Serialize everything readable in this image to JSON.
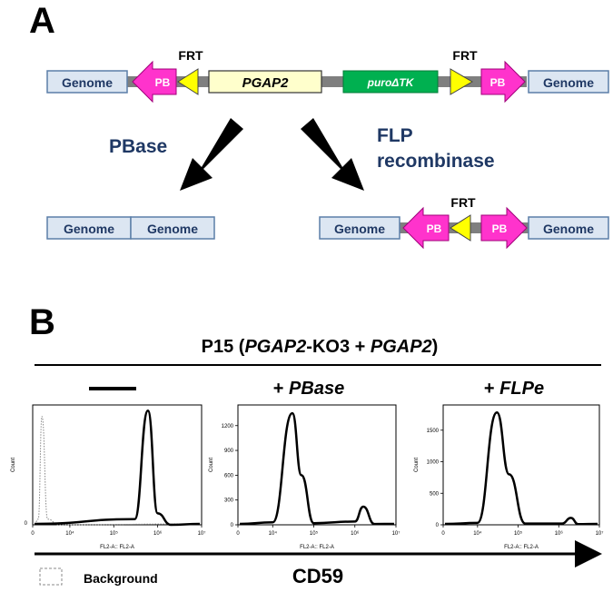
{
  "panel_a": {
    "letter": "A",
    "construct": {
      "genome_left": "Genome",
      "pb_left": "PB",
      "frt_left": "FRT",
      "gene": "PGAP2",
      "selection": "puroΔTK",
      "frt_right": "FRT",
      "pb_right": "PB",
      "genome_right": "Genome"
    },
    "arrow_left_label": "PBase",
    "arrow_right_label_line1": "FLP",
    "arrow_right_label_line2": "recombinase",
    "result_left": {
      "genome_a": "Genome",
      "genome_b": "Genome"
    },
    "result_right": {
      "genome_left": "Genome",
      "pb_left": "PB",
      "frt": "FRT",
      "pb_right": "PB",
      "genome_right": "Genome"
    },
    "colors": {
      "genome": "#dce6f2",
      "genome_border": "#5b7fa8",
      "pb": "#ff33cc",
      "frt": "#ffff00",
      "pgap2": "#ffffcc",
      "puro": "#00b050",
      "backbone": "#7f7f7f",
      "arrow": "#000000",
      "label_navy": "#1f3864"
    }
  },
  "panel_b": {
    "letter": "B",
    "title_prefix": "P15 (",
    "title_gene1": "PGAP2",
    "title_mid": "-KO3 + ",
    "title_gene2": "PGAP2",
    "title_suffix": ")",
    "condition_1": "—",
    "condition_2_prefix": "+ ",
    "condition_2": "PBase",
    "condition_3_prefix": "+ ",
    "condition_3": "FLPe",
    "x_axis_caption": "CD59",
    "legend_background": "Background",
    "y_label": "Count",
    "x_label": "FL2-A:: FL2-A",
    "x_ticks": [
      "0",
      "10⁴",
      "10⁵",
      "10⁶",
      "10⁷"
    ],
    "histogram_1_y_ticks": [],
    "histogram_2_y_ticks": [
      "0",
      "300",
      "600",
      "900",
      "1200"
    ],
    "histogram_3_y_ticks": [
      "0",
      "500",
      "1000",
      "1500"
    ]
  },
  "chart_data": [
    {
      "type": "area",
      "note": "flow cytometry histogram, unstained background (dotted) and CD59 signal (solid)",
      "xlabel": "FL2-A:: FL2-A",
      "ylabel": "Count",
      "series": [
        {
          "name": "Background",
          "x": [
            1500,
            2500,
            4000,
            7000
          ],
          "values": [
            0.05,
            0.95,
            0.05,
            0
          ]
        },
        {
          "name": "",
          "x": [
            300000,
            600000,
            1000000,
            2000000
          ],
          "values": [
            0.05,
            1.0,
            0.1,
            0
          ]
        }
      ]
    },
    {
      "type": "area",
      "xlabel": "FL2-A:: FL2-A",
      "ylabel": "Count",
      "yticks": [
        0,
        300,
        600,
        900,
        1200
      ],
      "series": [
        {
          "name": "",
          "x": [
            10000,
            30000,
            50000,
            100000,
            1000000,
            1600000,
            3000000
          ],
          "values": [
            30,
            1350,
            600,
            20,
            40,
            220,
            10
          ]
        }
      ]
    },
    {
      "type": "area",
      "xlabel": "FL2-A:: FL2-A",
      "ylabel": "Count",
      "yticks": [
        0,
        500,
        1000,
        1500
      ],
      "series": [
        {
          "name": "",
          "x": [
            10000,
            30000,
            60000,
            150000,
            1200000,
            2000000,
            3000000
          ],
          "values": [
            30,
            1780,
            800,
            20,
            20,
            110,
            10
          ]
        }
      ]
    }
  ]
}
